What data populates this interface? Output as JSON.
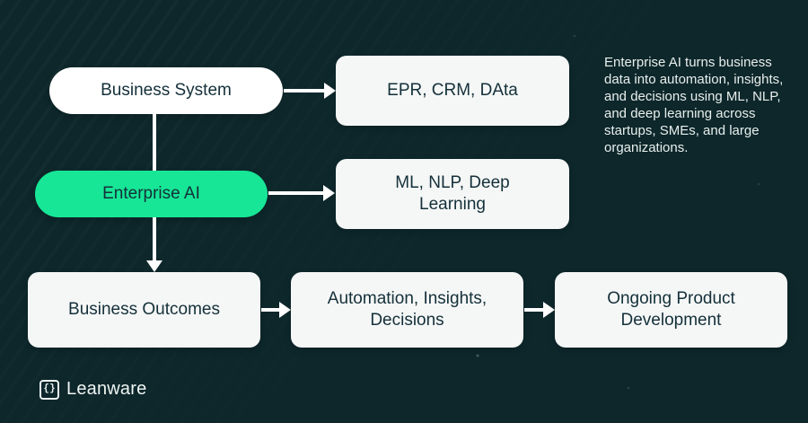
{
  "colors": {
    "background": "#0D272B",
    "accent_green": "#17E696",
    "pill_bg": "#FFFFFF",
    "box_bg": "#F5F7F6",
    "node_text": "#14303A",
    "arrow": "#FFFFFF",
    "paragraph_text": "#E9EFED"
  },
  "nodes": {
    "business_system": {
      "label": "Business System",
      "shape": "pill",
      "variant": "white"
    },
    "erp_crm_data": {
      "label": "EPR, CRM, DAta",
      "shape": "box"
    },
    "enterprise_ai": {
      "label": "Enterprise AI",
      "shape": "pill",
      "variant": "green"
    },
    "ml_nlp_deep_learning": {
      "label": "ML, NLP, Deep Learning",
      "shape": "box"
    },
    "business_outcomes": {
      "label": "Business Outcomes",
      "shape": "box"
    },
    "automation_insights_decisions": {
      "label": "Automation, Insights, Decisions",
      "shape": "box"
    },
    "ongoing_product_development": {
      "label": "Ongoing Product Development",
      "shape": "box"
    }
  },
  "edges": [
    {
      "from": "business_system",
      "to": "erp_crm_data",
      "style": "arrow"
    },
    {
      "from": "business_system",
      "to": "enterprise_ai",
      "style": "line"
    },
    {
      "from": "enterprise_ai",
      "to": "ml_nlp_deep_learning",
      "style": "arrow"
    },
    {
      "from": "enterprise_ai",
      "to": "business_outcomes",
      "style": "arrow"
    },
    {
      "from": "business_outcomes",
      "to": "automation_insights_decisions",
      "style": "arrow"
    },
    {
      "from": "automation_insights_decisions",
      "to": "ongoing_product_development",
      "style": "arrow"
    }
  ],
  "description": {
    "text": "Enterprise AI turns business data into automation, insights, and decisions using ML, NLP, and deep learning across startups, SMEs, and large organizations.",
    "lines": [
      "Enterprise AI turns business",
      "data into automation, insights,",
      "and decisions using ML, NLP,",
      "and deep learning across",
      "startups, SMEs, and large",
      "organizations."
    ]
  },
  "footer": {
    "brand": "Leanware",
    "logo_icon": "curly-braces-square-icon",
    "logo_glyph": "{}"
  }
}
